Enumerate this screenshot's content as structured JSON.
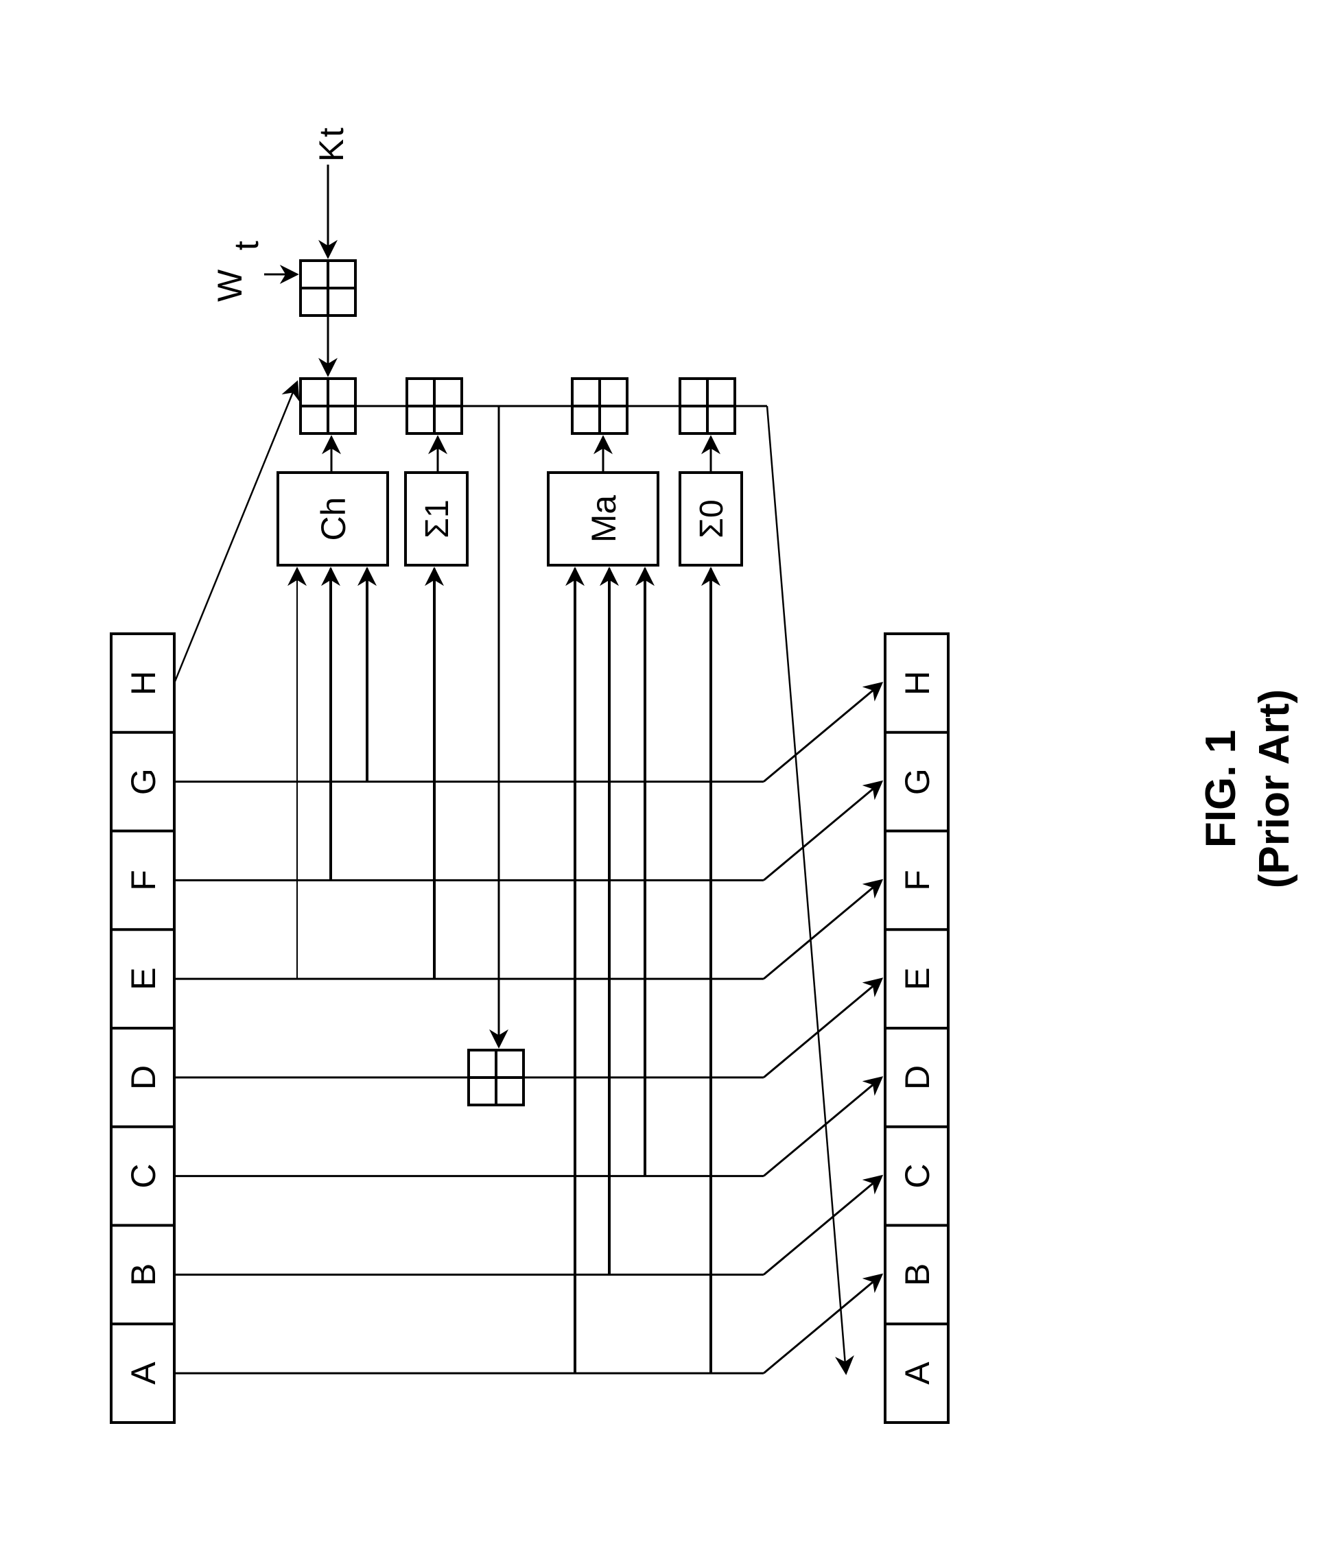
{
  "registers": [
    "A",
    "B",
    "C",
    "D",
    "E",
    "F",
    "G",
    "H"
  ],
  "functions": {
    "ch": "Ch",
    "sigma1": "Σ1",
    "ma": "Ma",
    "sigma0": "Σ0"
  },
  "inputs": {
    "w_main": "W",
    "w_sub": "t",
    "k_main": "K",
    "k_sub": "t"
  },
  "caption": {
    "line1": "FIG. 1",
    "line2": "(Prior Art)"
  }
}
